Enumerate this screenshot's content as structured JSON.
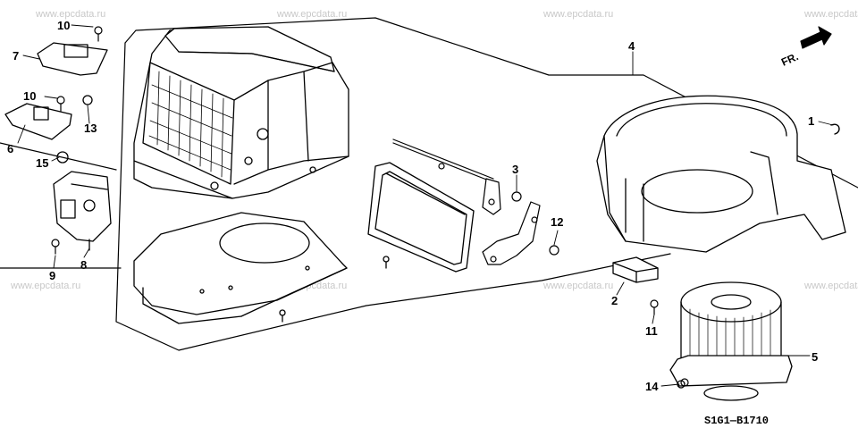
{
  "watermark": "www.epcdata.ru",
  "diagram_code": "S1G1—B1710",
  "direction_label": "FR.",
  "callouts": [
    "1",
    "2",
    "3",
    "4",
    "5",
    "6",
    "7",
    "8",
    "9",
    "10",
    "10",
    "11",
    "12",
    "13",
    "14",
    "15"
  ],
  "parts": [
    "resistor",
    "blower-housing-upper",
    "recirculation-door",
    "door-shaft",
    "link-arm",
    "lever",
    "blower-case",
    "blower-motor-assembly",
    "control-unit",
    "recirc-motor",
    "housing-lower-cover",
    "screw"
  ]
}
